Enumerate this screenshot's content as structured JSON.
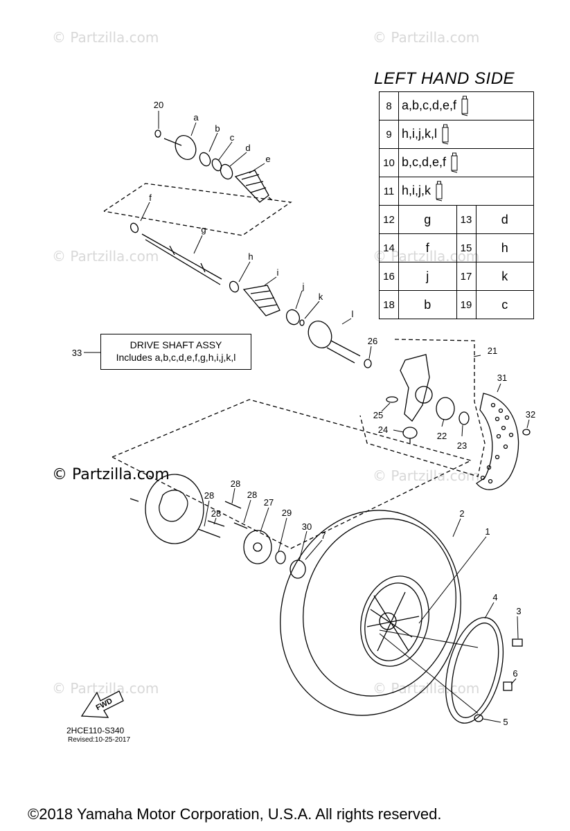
{
  "watermark_text": "© Partzilla.com",
  "table_title": "LEFT HAND SIDE",
  "legend_rows": [
    {
      "num": "8",
      "parts": "a,b,c,d,e,f",
      "icon": "grease-tube-icon"
    },
    {
      "num": "9",
      "parts": "h,i,j,k,l",
      "icon": "grease-tube-icon"
    },
    {
      "num": "10",
      "parts": "b,c,d,e,f",
      "icon": "grease-tube-icon"
    },
    {
      "num": "11",
      "parts": "h,i,j,k",
      "icon": "grease-tube-icon"
    }
  ],
  "legend_pairs": [
    [
      "12",
      "g",
      "13",
      "d"
    ],
    [
      "14",
      "f",
      "15",
      "h"
    ],
    [
      "16",
      "j",
      "17",
      "k"
    ],
    [
      "18",
      "b",
      "19",
      "c"
    ]
  ],
  "assy": {
    "num": "33",
    "line1": "DRIVE SHAFT ASSY",
    "line2": "Includes a,b,c,d,e,f,g,h,i,j,k,l"
  },
  "callouts": {
    "c20": "20",
    "ca": "a",
    "cb": "b",
    "cc": "c",
    "cd": "d",
    "ce": "e",
    "cf": "f",
    "cg": "g",
    "ch": "h",
    "ci": "i",
    "cj": "j",
    "ck": "k",
    "cl": "l",
    "c26": "26",
    "c21": "21",
    "c31": "31",
    "c32": "32",
    "c25": "25",
    "c24": "24",
    "c22": "22",
    "c23": "23",
    "c28a": "28",
    "c28b": "28",
    "c28c": "28",
    "c27": "27",
    "c29": "29",
    "c30": "30",
    "c7": "7",
    "c2": "2",
    "c1": "1",
    "c4": "4",
    "c3": "3",
    "c6": "6",
    "c5": "5"
  },
  "fwd_label": "FWD",
  "diagram_code": "2HCE110-S340",
  "revised": "Revised:10-25-2017",
  "copyright": "©2018  Yamaha Motor Corporation, U.S.A. All rights reserved."
}
